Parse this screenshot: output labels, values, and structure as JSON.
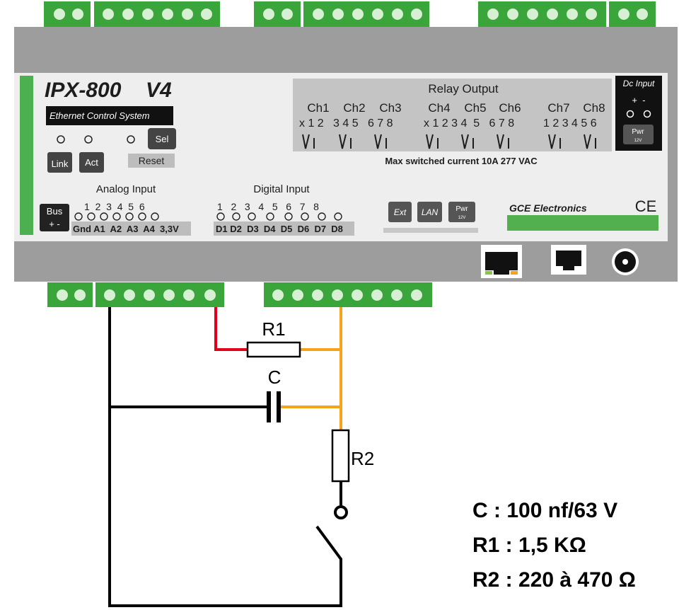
{
  "module": {
    "model": "IPX-800",
    "version": "V4",
    "subtitle": "Ethernet Control System",
    "led_link": "Link",
    "led_act": "Act",
    "sel_button": "Sel",
    "reset_label": "Reset",
    "relay_output_title": "Relay Output",
    "relay_channels": [
      "Ch1",
      "Ch2",
      "Ch3",
      "Ch4",
      "Ch5",
      "Ch6",
      "Ch7",
      "Ch8"
    ],
    "relay_pins_left": "x 1 2   3 4 5   6 7 8",
    "relay_pins_mid": "x 1 2 3 4  5   6 7 8",
    "relay_pins_right": "1 2 3 4 5 6",
    "relay_max": "Max switched current  10A 277 VAC",
    "dc_input_title": "Dc Input",
    "dc_polarity": "+  -",
    "pwr_label": "Pwr",
    "pwr_voltage": "12V",
    "bus_label": "Bus",
    "bus_polarity": "+ -",
    "analog_title": "Analog Input",
    "analog_numbers": "1  2  3  4  5  6",
    "analog_labels": "Gnd A1  A2  A3  A4  3,3V",
    "digital_title": "Digital Input",
    "digital_numbers": "1   2   3   4   5   6   7   8",
    "digital_labels": "D1 D2  D3  D4  D5  D6  D7  D8",
    "ext_label": "Ext",
    "lan_label": "LAN",
    "brand": "GCE Electronics",
    "ce_mark": "CE"
  },
  "circuit": {
    "r1_label": "R1",
    "c_label": "C",
    "r2_label": "R2",
    "wire_colors": {
      "red": "#e0001a",
      "orange": "#f5a31a",
      "black": "#000000"
    }
  },
  "specs": [
    "C : 100 nf/63 V",
    "R1 : 1,5 KΩ",
    "R2 : 220 à 470 Ω"
  ],
  "colors": {
    "terminal_green": "#3aa53a",
    "housing_gray": "#9d9d9d",
    "panel_light": "#eeeeee",
    "brand_green": "#52b04e"
  }
}
